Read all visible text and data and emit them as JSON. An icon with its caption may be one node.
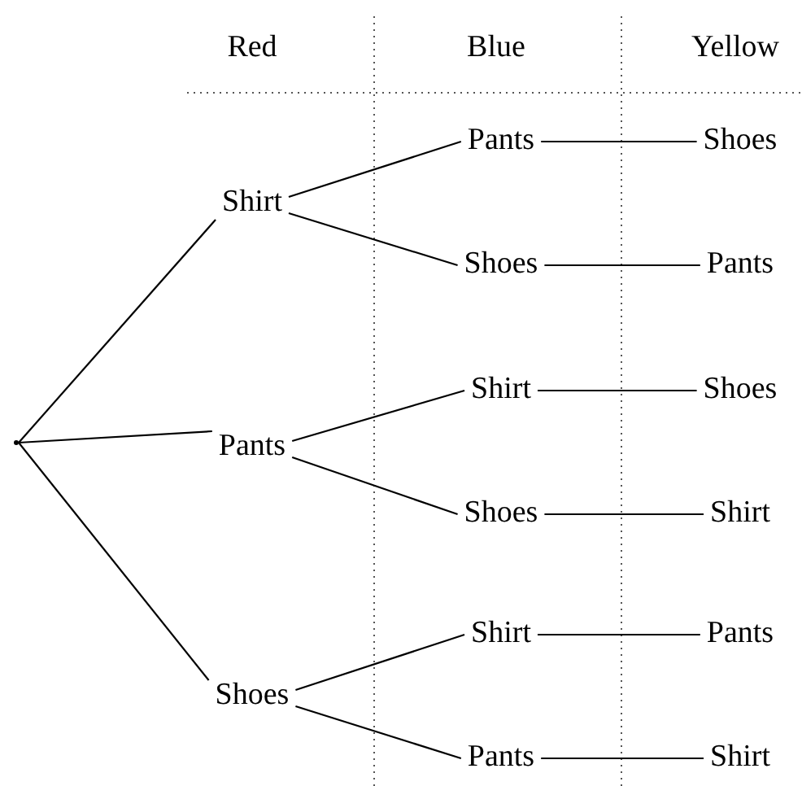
{
  "diagram": {
    "nodes": [
      {
        "text": [],
        "shape": "point"
      },
      {
        "text": [
          "Shirt"
        ]
      },
      {
        "text": [
          "Pants"
        ]
      },
      {
        "text": [
          "Shoes"
        ]
      },
      {
        "text": [
          "Pants"
        ]
      },
      {
        "text": [
          "Shoes"
        ]
      },
      {
        "text": [
          "Shirt"
        ]
      },
      {
        "text": [
          "Shoes"
        ]
      },
      {
        "text": [
          "Shirt"
        ]
      },
      {
        "text": [
          "Pants"
        ]
      },
      {
        "text": [
          "Shoes"
        ]
      },
      {
        "text": [
          "Pants"
        ]
      },
      {
        "text": [
          "Shoes"
        ]
      },
      {
        "text": [
          "Shirt"
        ]
      },
      {
        "text": [
          "Pants"
        ]
      },
      {
        "text": [
          "Shirt"
        ]
      }
    ],
    "edges": [
      {
        "from": 0,
        "to": 1,
        "arrow": "none"
      },
      {
        "from": 0,
        "to": 2,
        "arrow": "none"
      },
      {
        "from": 0,
        "to": 3,
        "arrow": "none"
      },
      {
        "from": 1,
        "to": 4,
        "arrow": "none"
      },
      {
        "from": 1,
        "to": 5,
        "arrow": "none"
      },
      {
        "from": 2,
        "to": 6,
        "arrow": "none"
      },
      {
        "from": 2,
        "to": 7,
        "arrow": "none"
      },
      {
        "from": 3,
        "to": 8,
        "arrow": "none"
      },
      {
        "from": 3,
        "to": 9,
        "arrow": "none"
      },
      {
        "from": 4,
        "to": 10,
        "arrow": "none"
      },
      {
        "from": 5,
        "to": 11,
        "arrow": "none"
      },
      {
        "from": 6,
        "to": 12,
        "arrow": "none"
      },
      {
        "from": 7,
        "to": 13,
        "arrow": "none"
      },
      {
        "from": 8,
        "to": 14,
        "arrow": "none"
      },
      {
        "from": 9,
        "to": 15,
        "arrow": "none"
      }
    ],
    "labels": [
      "Red",
      "Blue",
      "Yellow"
    ]
  }
}
